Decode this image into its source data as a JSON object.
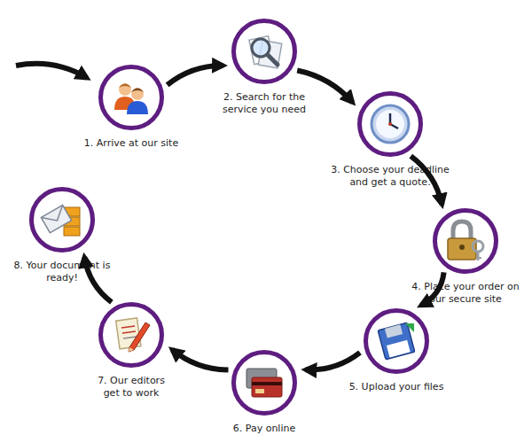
{
  "diagram": {
    "nodes": [
      {
        "text": [
          "1. Arrive at our site"
        ]
      },
      {
        "text": [
          "2. Search for the service you need"
        ]
      },
      {
        "text": [
          "3. Choose your deadline and get a quote."
        ]
      },
      {
        "text": [
          "4. Place your order on our secure site"
        ]
      },
      {
        "text": [
          "5. Upload your files"
        ]
      },
      {
        "text": [
          "6. Pay online"
        ]
      },
      {
        "text": [
          "7. Our editors get to work"
        ]
      },
      {
        "text": [
          "8. Your document is ready!"
        ]
      }
    ],
    "edges": [
      {
        "from": 0,
        "to": 1,
        "arrow": "to"
      },
      {
        "from": 1,
        "to": 2,
        "arrow": "to"
      },
      {
        "from": 2,
        "to": 3,
        "arrow": "to"
      },
      {
        "from": 3,
        "to": 4,
        "arrow": "to"
      },
      {
        "from": 4,
        "to": 5,
        "arrow": "to"
      },
      {
        "from": 5,
        "to": 6,
        "arrow": "to"
      },
      {
        "from": 6,
        "to": 7,
        "arrow": "to"
      }
    ]
  }
}
